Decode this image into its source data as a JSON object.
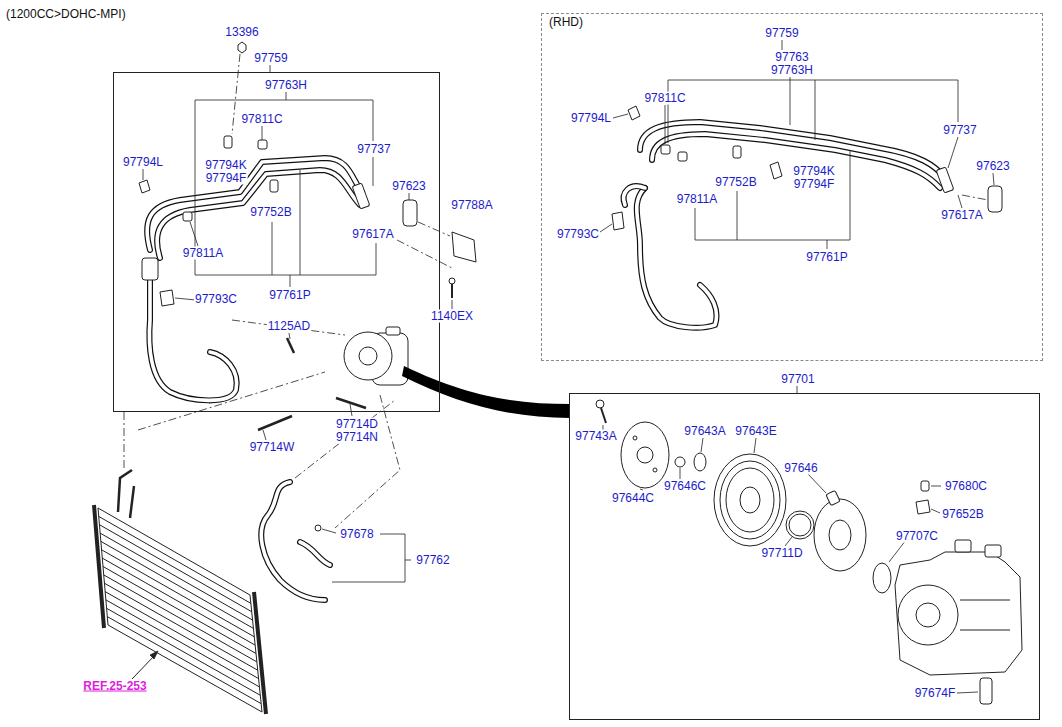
{
  "diagram": {
    "title": "(1200CC>DOHC-MPI)",
    "nodes": [
      {
        "text": [
          "97759"
        ]
      },
      {
        "text": [
          "(RHD)"
        ]
      },
      {
        "text": [
          "97701"
        ]
      }
    ],
    "labels": [
      "13396",
      "97763H",
      "97811C",
      "97737",
      "97794L",
      "97794K",
      "97794F",
      "97623",
      "97788A",
      "97752B",
      "97617A",
      "97811A",
      "97793C",
      "97761P",
      "1140EX",
      "1125AD",
      "97714D",
      "97714N",
      "97714W",
      "97678",
      "97762",
      "REF.25-253",
      "97759",
      "97763",
      "97763H",
      "97811C",
      "97794L",
      "97737",
      "97623",
      "97752B",
      "97794K",
      "97794F",
      "97811A",
      "97617A",
      "97793C",
      "97761P",
      "97743A",
      "97643A",
      "97643E",
      "97644C",
      "97646C",
      "97646",
      "97680C",
      "97652B",
      "97711D",
      "97707C",
      "97674F"
    ]
  }
}
